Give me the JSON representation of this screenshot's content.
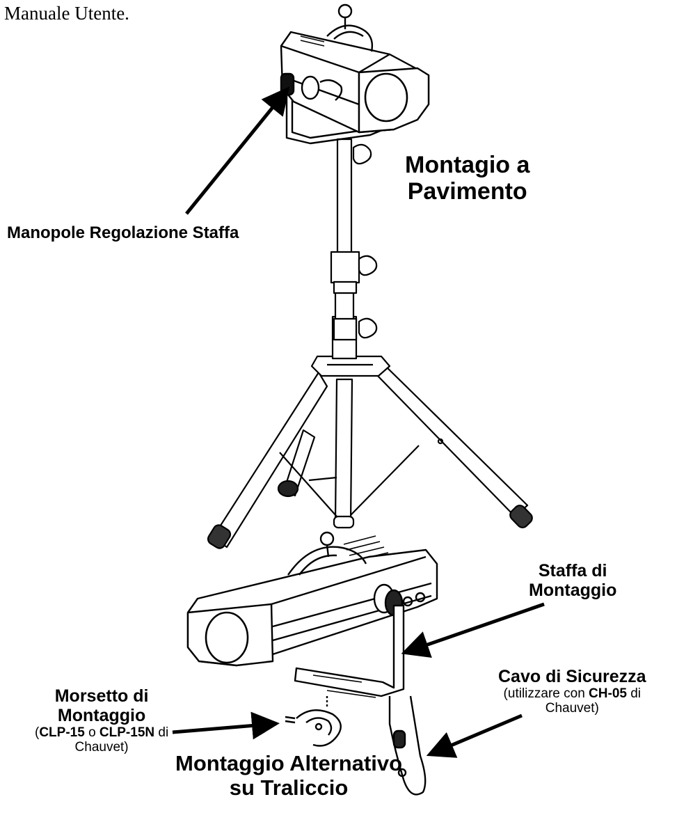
{
  "intro_text": "Manuale Utente.",
  "labels": {
    "floor_mount": {
      "line1": "Montagio a",
      "line2": "Pavimento"
    },
    "knobs": "Manopole Regolazione Staffa",
    "bracket": {
      "line1": "Staffa di",
      "line2": "Montaggio"
    },
    "safety_cable": {
      "title": "Cavo di Sicurezza",
      "note_pre": "(utilizzare con ",
      "note_bold": "CH-05",
      "note_post": " di",
      "note_line2": "Chauvet)"
    },
    "clamp": {
      "line1": "Morsetto di",
      "line2": "Montaggio",
      "note_open": "(",
      "note_bold1": "CLP-15",
      "note_mid": " o ",
      "note_bold2": "CLP-15N",
      "note_post": " di",
      "note_line2": "Chauvet)"
    },
    "truss_mount": {
      "line1": "Montaggio Alternativo",
      "line2": "su Traliccio"
    }
  },
  "colors": {
    "ink": "#000000",
    "paper": "#ffffff"
  }
}
